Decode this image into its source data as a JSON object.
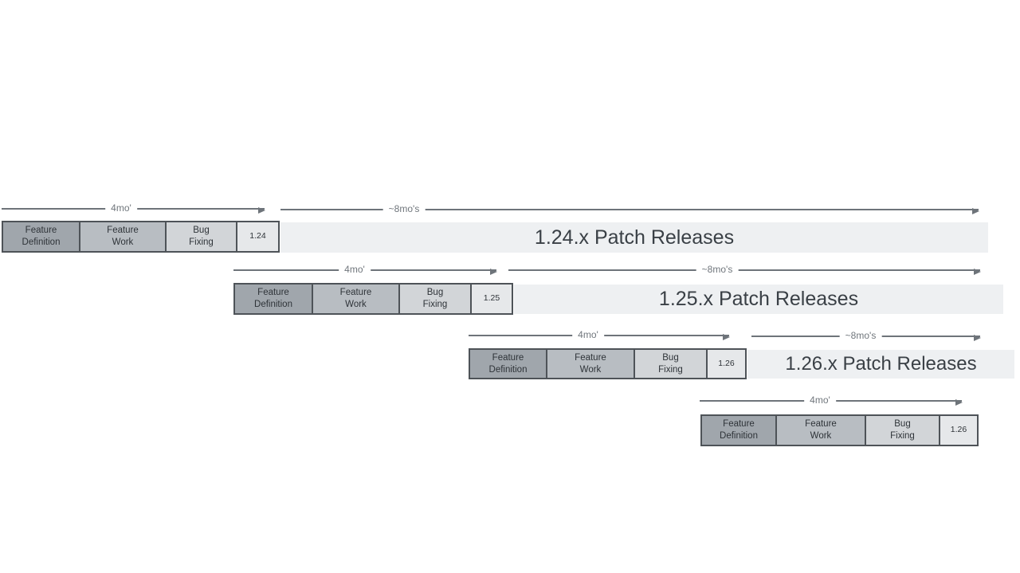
{
  "diagram": {
    "title": "release-cadence-timeline",
    "colors": {
      "feature_definition_box": "#a0a6ac",
      "feature_work_box": "#b8bdc2",
      "bug_fixing_box": "#d2d5d8",
      "version_box": "#e6e8ea",
      "patch_release_bar": "#eef0f2",
      "box_border": "#4e5358",
      "arrow": "#6e747a",
      "box_text": "#2e3338",
      "bar_text": "#3a4046"
    },
    "rows": [
      {
        "version": "1.24",
        "phase_definition": "Feature\nDefinition",
        "phase_work": "Feature\nWork",
        "phase_bug": "Bug\nFixing",
        "four_month_label": "4mo'",
        "eight_month_label": "~8mo's",
        "patch_label": "1.24.x Patch Releases"
      },
      {
        "version": "1.25",
        "phase_definition": "Feature\nDefinition",
        "phase_work": "Feature\nWork",
        "phase_bug": "Bug\nFixing",
        "four_month_label": "4mo'",
        "eight_month_label": "~8mo's",
        "patch_label": "1.25.x Patch Releases"
      },
      {
        "version": "1.26",
        "phase_definition": "Feature\nDefinition",
        "phase_work": "Feature\nWork",
        "phase_bug": "Bug\nFixing",
        "four_month_label": "4mo'",
        "eight_month_label": "~8mo's",
        "patch_label": "1.26.x Patch Releases"
      },
      {
        "version": "1.26",
        "phase_definition": "Feature\nDefinition",
        "phase_work": "Feature\nWork",
        "phase_bug": "Bug\nFixing",
        "four_month_label": "4mo'"
      }
    ]
  }
}
